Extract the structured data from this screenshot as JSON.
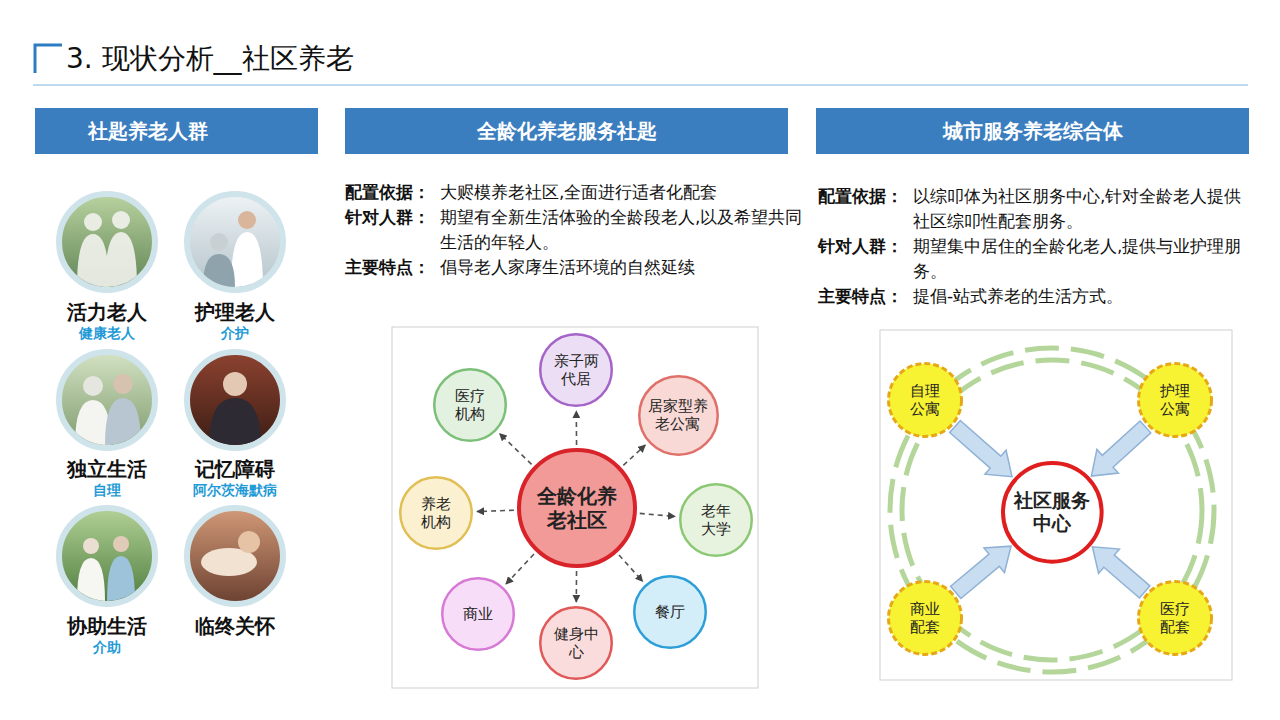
{
  "diagram": {
    "title": "3. 现状分析__社区养老",
    "nodes": [
      {
        "text": [
          "社匙养老人群"
        ]
      },
      {
        "text": [
          "活力老人",
          "健康老人"
        ]
      },
      {
        "text": [
          "护理老人",
          "介护"
        ]
      },
      {
        "text": [
          "独立生活",
          "自理"
        ]
      },
      {
        "text": [
          "记忆障碍",
          "阿尔茨海默病"
        ]
      },
      {
        "text": [
          "协助生活",
          "介助"
        ]
      },
      {
        "text": [
          "临终关怀"
        ]
      },
      {
        "text": [
          "全龄化养老服务社匙"
        ]
      },
      {
        "text": [
          "亲子两代居"
        ]
      },
      {
        "text": [
          "医疗机构"
        ]
      },
      {
        "text": [
          "居家型养老公寓"
        ]
      },
      {
        "text": [
          "全龄化养老社区"
        ]
      },
      {
        "text": [
          "养老机构"
        ]
      },
      {
        "text": [
          "老年大学"
        ]
      },
      {
        "text": [
          "商业"
        ]
      },
      {
        "text": [
          "餐厅"
        ]
      },
      {
        "text": [
          "健身中心"
        ]
      },
      {
        "text": [
          "城市服务养老综合体"
        ]
      },
      {
        "text": [
          "自理公寓"
        ]
      },
      {
        "text": [
          "护理公寓"
        ]
      },
      {
        "text": [
          "社区服务中心"
        ]
      },
      {
        "text": [
          "商业配套"
        ]
      },
      {
        "text": [
          "医疗配套"
        ]
      }
    ],
    "edges": [
      {
        "from": 11,
        "to": 8,
        "arrow": "to"
      },
      {
        "from": 11,
        "to": 9,
        "arrow": "to"
      },
      {
        "from": 11,
        "to": 10,
        "arrow": "to"
      },
      {
        "from": 11,
        "to": 12,
        "arrow": "to"
      },
      {
        "from": 11,
        "to": 13,
        "arrow": "to"
      },
      {
        "from": 11,
        "to": 14,
        "arrow": "to"
      },
      {
        "from": 11,
        "to": 15,
        "arrow": "to"
      },
      {
        "from": 11,
        "to": 16,
        "arrow": "to"
      },
      {
        "from": 18,
        "to": 20,
        "arrow": "to"
      },
      {
        "from": 19,
        "to": 20,
        "arrow": "to"
      },
      {
        "from": 21,
        "to": 20,
        "arrow": "to"
      },
      {
        "from": 22,
        "to": 20,
        "arrow": "to"
      }
    ],
    "labels": [
      "配置依据：",
      "大赆模养老社区,全面进行适者化配套",
      "针对人群：",
      "期望有全新生活体验的全龄段老人,以及希望共同生活的年轻人。",
      "主要特点：",
      "倡导老人家庨生活环境的自然延续",
      "配置依据：",
      "以综叩体为社区朋务中心,针对全龄老人提供社区综叩性配套朋务。",
      "针对人群：",
      "期望集中居住的全龄化老人,提供与业护理朋务。",
      "主要特点：",
      "提倡-站式养老的生活方式。"
    ]
  }
}
